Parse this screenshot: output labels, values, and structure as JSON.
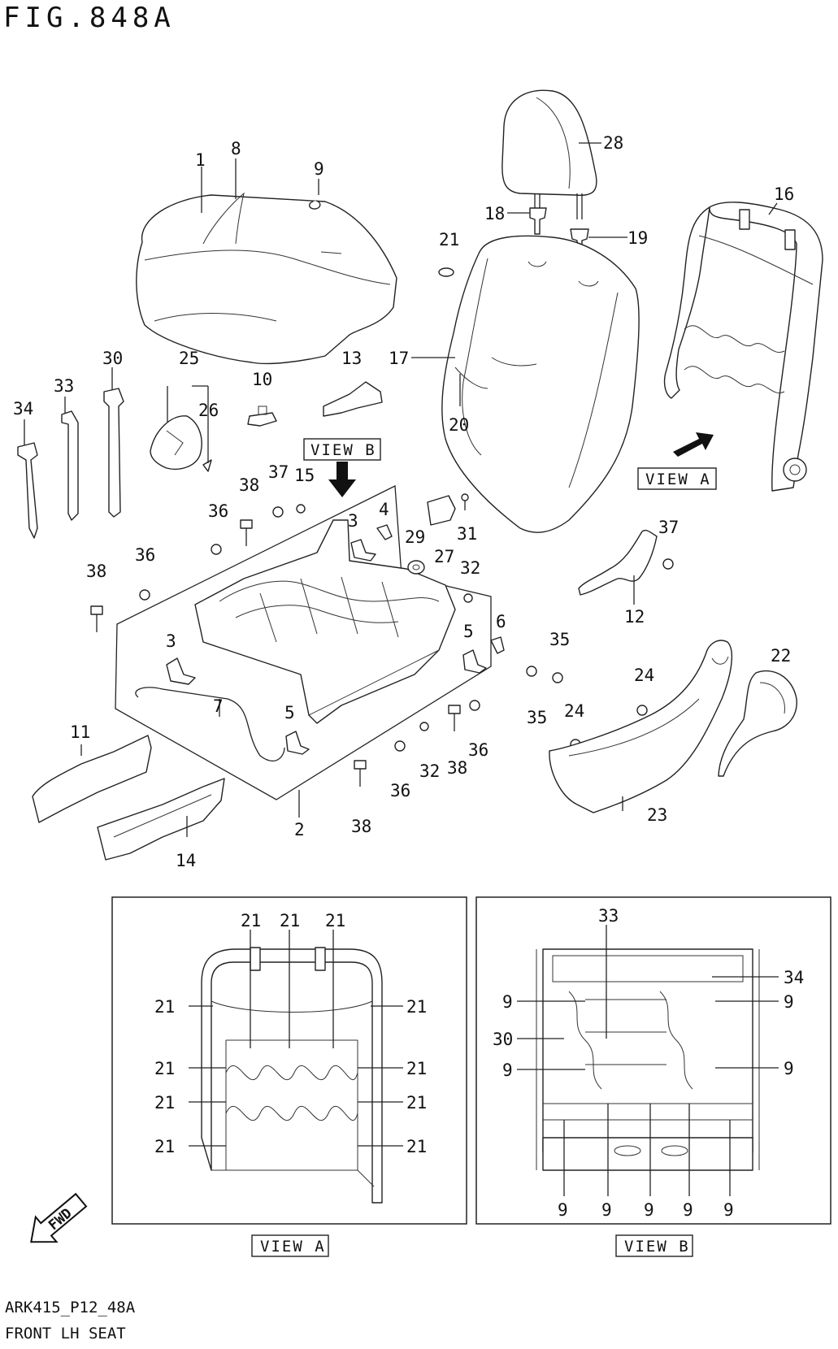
{
  "figure_title": "FIG.848A",
  "diagram_code": "ARK415_P12_48A",
  "diagram_subtitle": "FRONT LH SEAT",
  "view_labels": {
    "view_a": "VIEW A",
    "view_b": "VIEW B",
    "fwd": "FWD"
  },
  "callouts": {
    "c1": "1",
    "c2": "2",
    "c3a": "3",
    "c3b": "3",
    "c4": "4",
    "c5a": "5",
    "c5b": "5",
    "c6": "6",
    "c7": "7",
    "c8": "8",
    "c9": "9",
    "c10": "10",
    "c11": "11",
    "c12": "12",
    "c13": "13",
    "c14": "14",
    "c15": "15",
    "c16": "16",
    "c17": "17",
    "c18": "18",
    "c19": "19",
    "c20": "20",
    "c21": "21",
    "c22": "22",
    "c23": "23",
    "c24a": "24",
    "c24b": "24",
    "c25": "25",
    "c26": "26",
    "c27": "27",
    "c28": "28",
    "c29": "29",
    "c30": "30",
    "c31": "31",
    "c32a": "32",
    "c32b": "32",
    "c33": "33",
    "c34": "34",
    "c35a": "35",
    "c35b": "35",
    "c36a": "36",
    "c36b": "36",
    "c36c": "36",
    "c36d": "36",
    "c37a": "37",
    "c37b": "37",
    "c38a": "38",
    "c38b": "38",
    "c38c": "38",
    "c38d": "38"
  },
  "view_a_callouts": {
    "n": "21"
  },
  "view_b_callouts": {
    "c9": "9",
    "c30": "30",
    "c33": "33",
    "c34": "34"
  }
}
